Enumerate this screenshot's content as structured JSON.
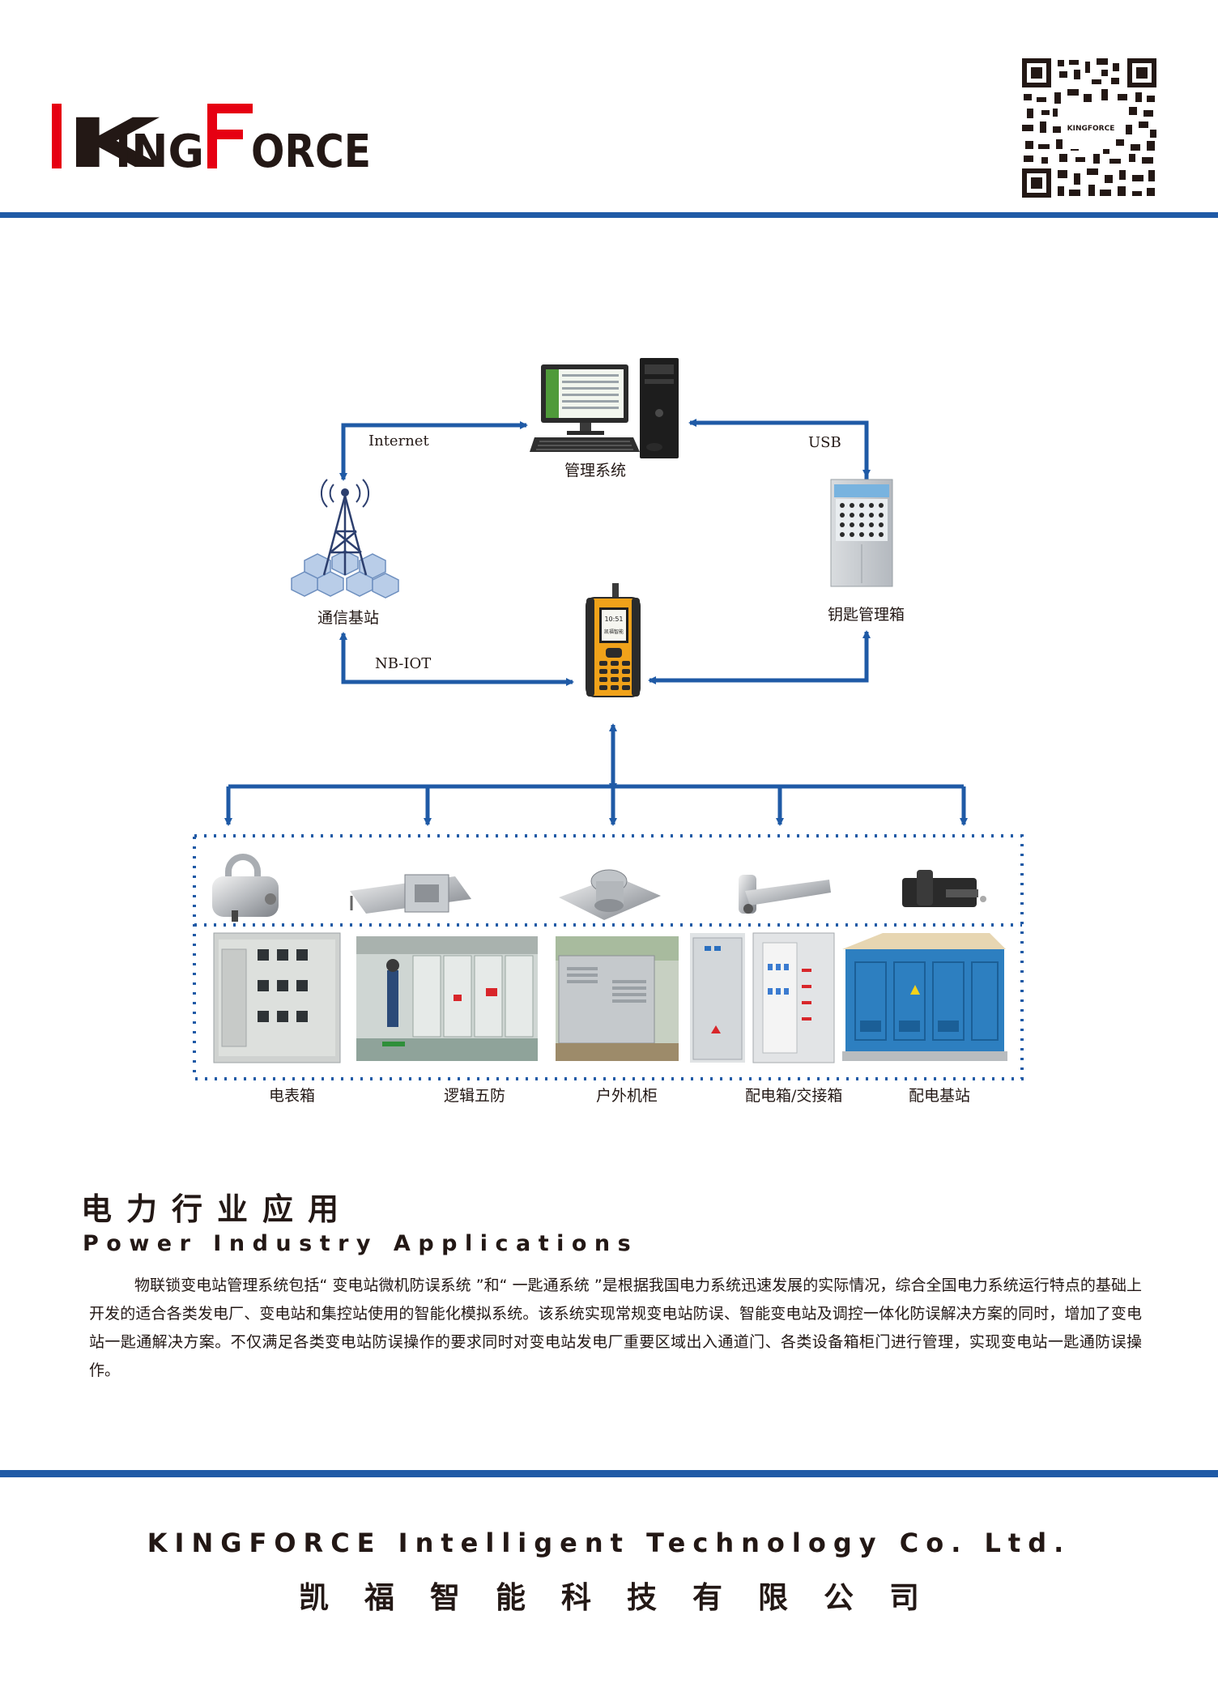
{
  "header": {
    "logo_text": "KINGFORCE",
    "qr_label": "KINGFORCE"
  },
  "diagram": {
    "management_label": "管理系统",
    "tower_label": "通信基站",
    "keybox_label": "钥匙管理箱",
    "internet_label": "Internet",
    "usb_label": "USB",
    "nbiot_label": "NB-IOT",
    "device_screen_time": "10:51",
    "device_screen_text": "凯福智能",
    "categories": [
      "电表箱",
      "逻辑五防",
      "户外机柜",
      "配电箱/交接箱",
      "配电基站"
    ]
  },
  "section": {
    "title": "电力行业应用",
    "subtitle": "Power Industry Applications",
    "body": "物联锁变电站管理系统包括“ 变电站微机防误系统 ”和“ 一匙通系统 ”是根据我国电力系统迅速发展的实际情况，综合全国电力系统运行特点的基础上开发的适合各类发电厂、变电站和集控站使用的智能化模拟系统。该系统实现常规变电站防误、智能变电站及调控一体化防误解决方案的同时，增加了变电站一匙通解决方案。不仅满足各类变电站防误操作的要求同时对变电站发电厂重要区域出入通道门、各类设备箱柜门进行管理，实现变电站一匙通防误操作。"
  },
  "footer": {
    "company_en": "KINGFORCE Intelligent Technology Co. Ltd.",
    "company_cn": "凯福智能科技有限公司"
  },
  "colors": {
    "brand_blue": "#1f5aa6",
    "logo_red": "#e60012",
    "device_orange": "#f0a21a"
  }
}
